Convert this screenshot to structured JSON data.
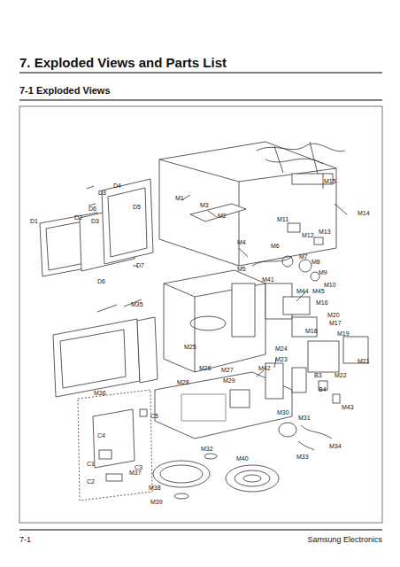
{
  "diagram": {
    "title": "7. Exploded Views and Parts List",
    "labels": [
      "7-1 Exploded Views",
      "M15",
      "M1",
      "M14",
      "M3",
      "M2",
      "D4",
      "D3",
      "D5",
      "D6",
      "D2",
      "D1",
      "D3",
      "M11",
      "M13",
      "M12",
      "M4",
      "M6",
      "M7",
      "M8",
      "M5",
      "M9",
      "M10",
      "D7",
      "D6",
      "M41",
      "M44",
      "M45",
      "M16",
      "M35",
      "M20",
      "M17",
      "M18",
      "M19",
      "M25",
      "M24",
      "M23",
      "M21",
      "M26",
      "M27",
      "M42",
      "B3",
      "M22",
      "B4",
      "M28",
      "M29",
      "M36",
      "M43",
      "M30",
      "M31",
      "C5",
      "C4",
      "M34",
      "M33",
      "C3",
      "C1",
      "M32",
      "M40",
      "C2",
      "M37",
      "M38",
      "M39",
      "7-1",
      "Samsung Electronics"
    ]
  }
}
